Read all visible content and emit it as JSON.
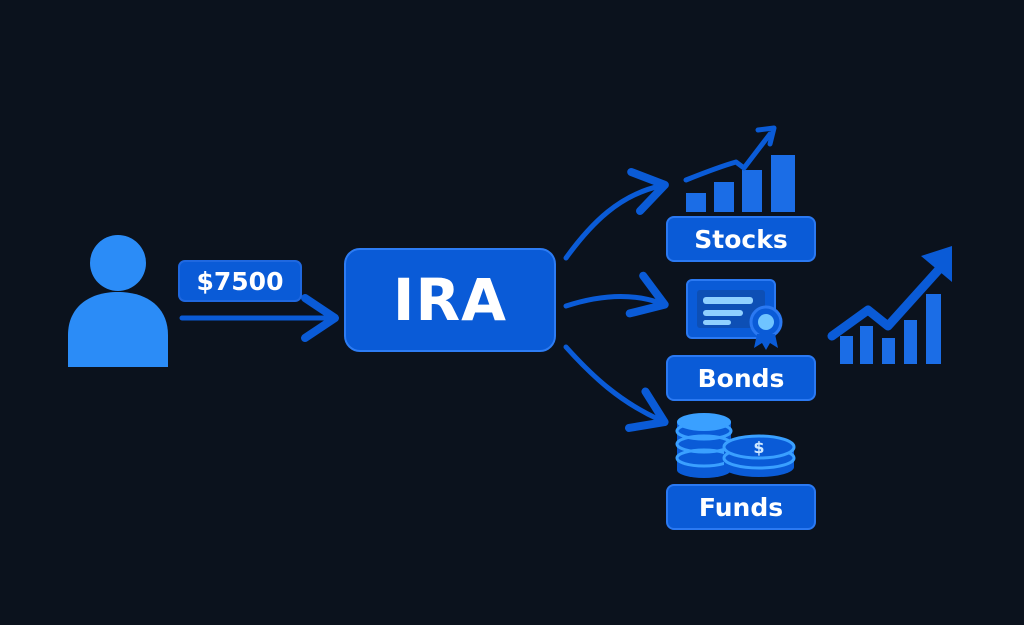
{
  "contribution": {
    "amount": "$7500"
  },
  "account": {
    "label": "IRA"
  },
  "assets": [
    {
      "label": "Stocks"
    },
    {
      "label": "Bonds"
    },
    {
      "label": "Funds"
    }
  ],
  "icons": {
    "person": "person-icon",
    "stocks": "bar-chart-up-icon",
    "bonds": "certificate-icon",
    "funds": "coin-stack-icon",
    "growth": "growth-chart-icon",
    "coin_symbol": "$"
  },
  "colors": {
    "background": "#0b121d",
    "primary": "#0a5bd7",
    "accent": "#2b8cf7",
    "light": "#3aa0ff"
  }
}
